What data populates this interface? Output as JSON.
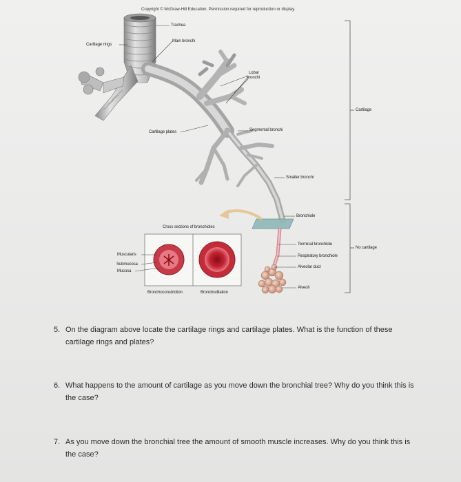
{
  "figure": {
    "copyright": "Copyright © McGraw-Hill Education. Permission required for reproduction or display.",
    "labels": {
      "trachea": "Trachea",
      "cartilage_rings": "Cartilage rings",
      "main_bronchi": "Main bronchi",
      "lobar_bronchi_1": "Lobar",
      "lobar_bronchi_2": "bronchi",
      "segmental_bronchi": "Segmental bronchi",
      "cartilage_plates": "Cartilage plates",
      "smaller_bronchi": "Smaller bronchi",
      "bronchiole": "Bronchiole",
      "cartilage": "Cartilage",
      "no_cartilage": "No cartilage",
      "cross_sections": "Cross sections of bronchioles",
      "terminal_bronchiole": "Terminal bronchiole",
      "respiratory_bronchiole": "Respiratory bronchiole",
      "alveolar_duct": "Alveolar duct",
      "alveoli": "Alveoli",
      "muscularis": "Muscularis",
      "submucosa": "Submucosa",
      "mucosa": "Mucosa",
      "bronchoconstriction": "Bronchoconstriction",
      "bronchodilation": "Bronchodilation"
    }
  },
  "questions": [
    {
      "number": "5.",
      "text": "On the diagram above locate the cartilage rings and cartilage plates. What is the function of these cartilage rings and plates?"
    },
    {
      "number": "6.",
      "text": "What happens to the amount of cartilage as you move down the bronchial tree? Why do you think this is the case?"
    },
    {
      "number": "7.",
      "text": "As you move down the bronchial tree the amount of smooth muscle increases. Why do you think this is the case?"
    }
  ]
}
